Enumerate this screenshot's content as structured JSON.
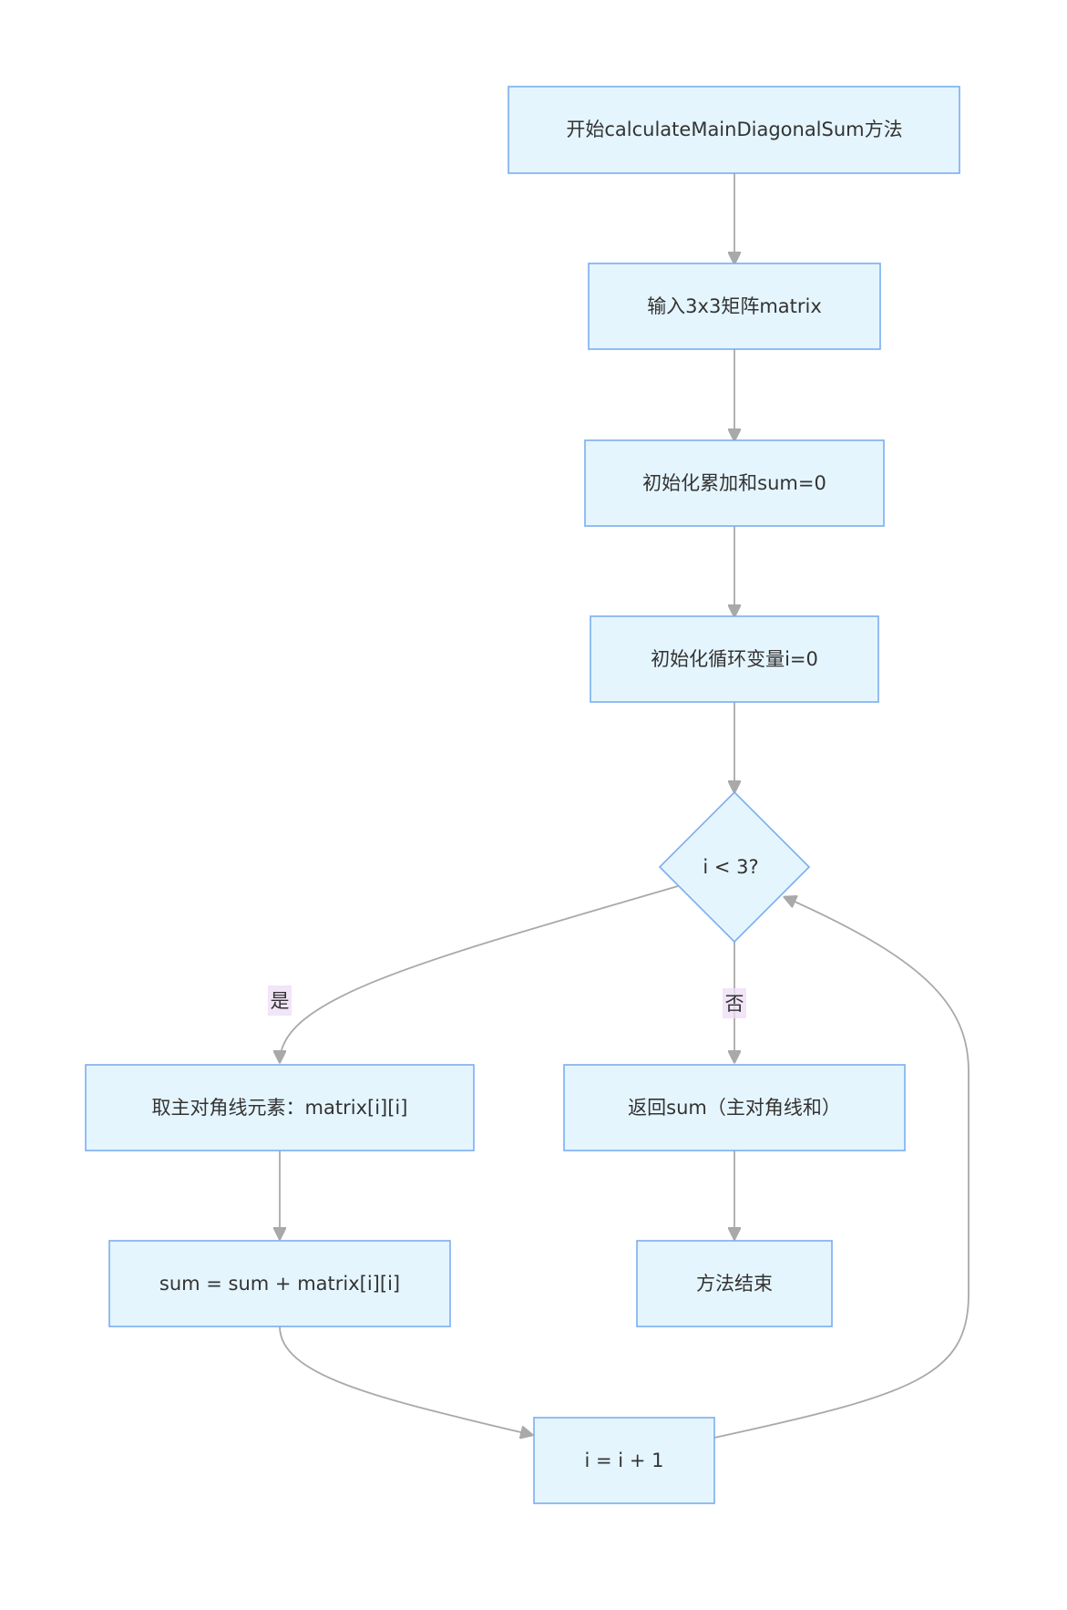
{
  "colors": {
    "node_fill": "#e5f5fd",
    "node_stroke": "#7aaef0",
    "edge": "#a9a9a9",
    "edge_label_bg": "#ecdcf4",
    "text": "#333333"
  },
  "nodes": {
    "start": "开始calculateMainDiagonalSum方法",
    "input": "输入3x3矩阵matrix",
    "init_sum": "初始化累加和sum=0",
    "init_i": "初始化循环变量i=0",
    "decision": "i < 3?",
    "take": "取主对角线元素：matrix[i][i]",
    "return": "返回sum（主对角线和）",
    "accumulate": "sum = sum + matrix[i][i]",
    "end": "方法结束",
    "increment": "i = i + 1"
  },
  "edge_labels": {
    "yes": "是",
    "no": "否"
  }
}
